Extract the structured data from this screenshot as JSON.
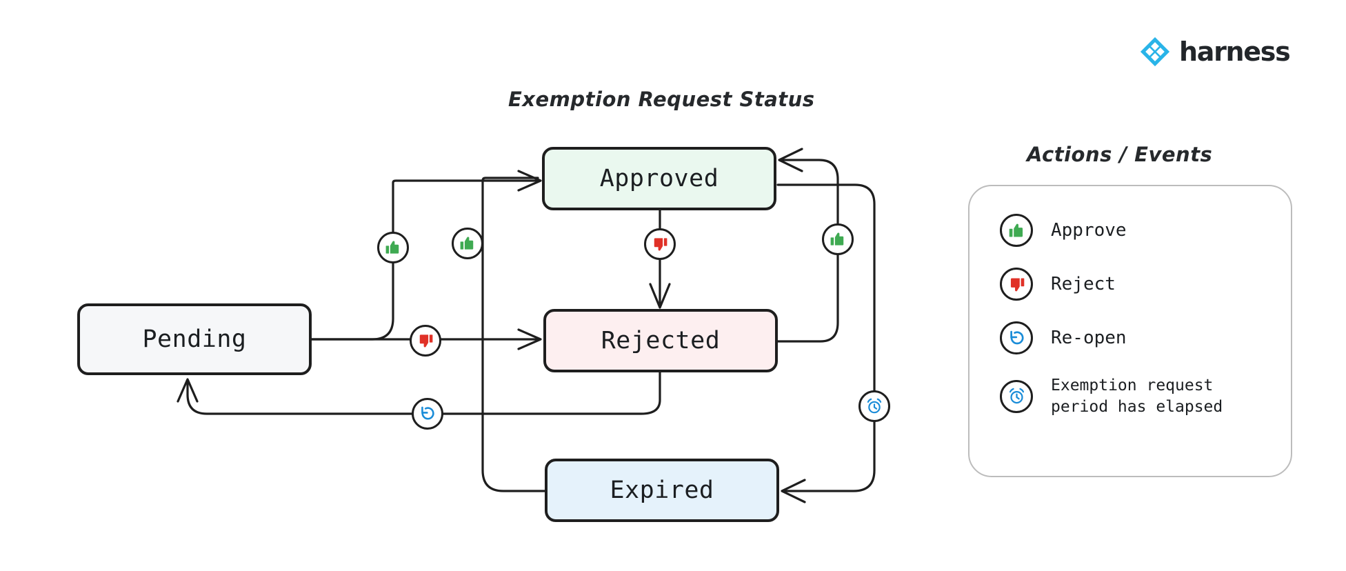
{
  "brand": {
    "name": "harness",
    "logo_icon": "harness-diamond-logo",
    "logo_color": "#29b4e8"
  },
  "diagram": {
    "title": "Exemption Request Status",
    "nodes": [
      {
        "id": "pending",
        "label": "Pending",
        "fill": "#f6f7f9"
      },
      {
        "id": "approved",
        "label": "Approved",
        "fill": "#eaf8ef"
      },
      {
        "id": "rejected",
        "label": "Rejected",
        "fill": "#fdeff0"
      },
      {
        "id": "expired",
        "label": "Expired",
        "fill": "#e5f2fb"
      }
    ],
    "edges": [
      {
        "from": "pending",
        "to": "approved",
        "action": "approve",
        "icon": "thumbs-up-icon"
      },
      {
        "from": "pending",
        "to": "rejected",
        "action": "reject",
        "icon": "thumbs-down-icon"
      },
      {
        "from": "approved",
        "to": "rejected",
        "action": "reject",
        "icon": "thumbs-down-icon"
      },
      {
        "from": "rejected",
        "to": "approved",
        "action": "approve",
        "icon": "thumbs-up-icon"
      },
      {
        "from": "expired",
        "to": "approved",
        "action": "approve",
        "icon": "thumbs-up-icon"
      },
      {
        "from": "rejected",
        "to": "pending",
        "action": "re-open",
        "icon": "re-open-icon"
      },
      {
        "from": "approved",
        "to": "expired",
        "action": "exemption request period has elapsed",
        "icon": "alarm-clock-icon"
      }
    ]
  },
  "legend": {
    "title": "Actions / Events",
    "items": [
      {
        "icon": "thumbs-up-icon",
        "label": "Approve",
        "color": "#3faa52"
      },
      {
        "icon": "thumbs-down-icon",
        "label": "Reject",
        "color": "#e03127"
      },
      {
        "icon": "re-open-icon",
        "label": "Re-open",
        "color": "#1a8cd8"
      },
      {
        "icon": "alarm-clock-icon",
        "label": "Exemption request\nperiod has elapsed",
        "color": "#1a8cd8"
      }
    ]
  },
  "colors": {
    "stroke": "#1e1e1e",
    "approve_green": "#3faa52",
    "reject_red": "#e03127",
    "event_blue": "#1a8cd8",
    "legend_border": "#bcbcbc",
    "background": "#ffffff"
  }
}
